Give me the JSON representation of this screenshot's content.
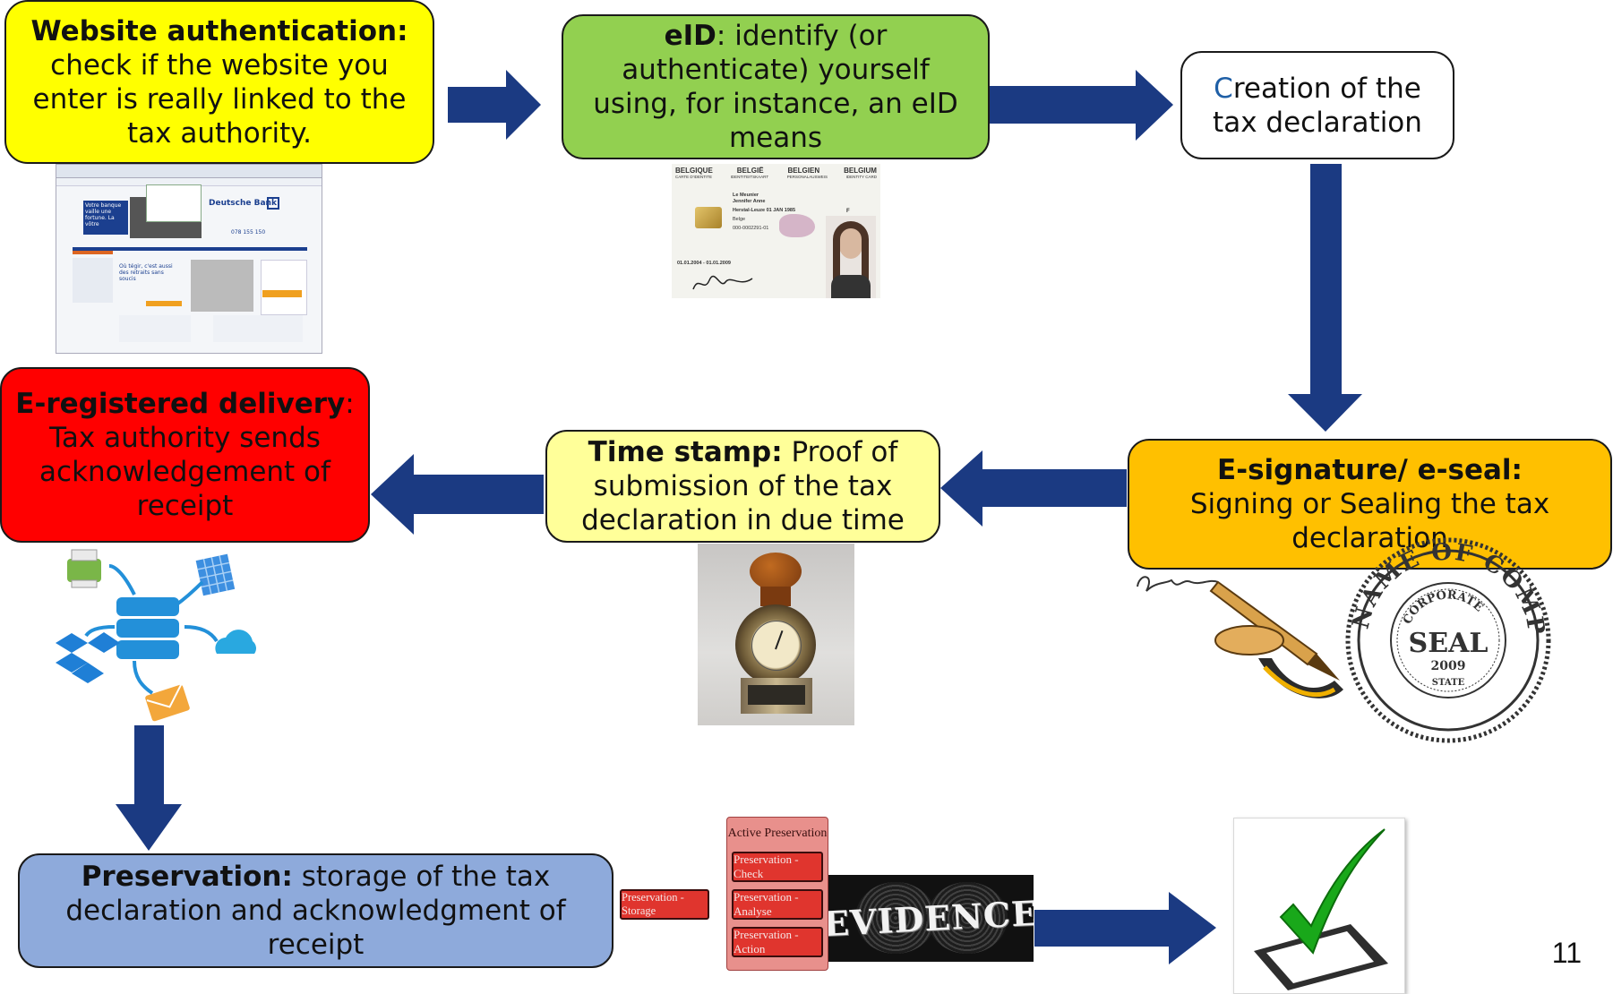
{
  "steps": {
    "website_auth": {
      "title": "Website authentication:",
      "text": " check if the website you enter is really linked to the tax authority.",
      "color": "#ffff00"
    },
    "eid": {
      "title": "eID",
      "text": ": identify (or authenticate) yourself using, for instance, an eID means",
      "color": "#92d050"
    },
    "creation": {
      "first_letter": "C",
      "text": "reation of the tax declaration",
      "color": "#ffffff",
      "accent": "#1f5fa6"
    },
    "esignature": {
      "title": "E-signature/ e-seal:",
      "text": "Signing or Sealing the tax declaration",
      "color": "#ffc000"
    },
    "timestamp": {
      "title": "Time stamp:",
      "text": " Proof of submission of the tax declaration in due time",
      "color": "#ffff99"
    },
    "eregistered": {
      "title": "E-registered delivery",
      "text": ": Tax authority sends acknowledgement of receipt",
      "color": "#ff0000"
    },
    "preservation": {
      "title": "Preservation:",
      "text": " storage of the tax declaration and acknowledgment of receipt",
      "color": "#8eaadb"
    }
  },
  "bank_screenshot": {
    "brand": "Deutsche Bank",
    "headline": "Votre banque vaille une fortune. La vôtre",
    "phone": "078 155 150",
    "promo": "Où tégir, c'est aussi des retraits sans soucis"
  },
  "id_card": {
    "countries": [
      "BELGIQUE",
      "BELGIË",
      "BELGIEN",
      "BELGIUM"
    ],
    "subtitles": [
      "CARTE D'IDENTITE",
      "IDENTITEITSKAART",
      "PERSONALAUSWEIS",
      "IDENTITY CARD"
    ],
    "name": "Le Meunier",
    "given_name": "Jennifer Anne",
    "birth": "Herstal-Leuze 01 JAN 1985",
    "nationality": "Belge",
    "card_no": "000-0002291-01",
    "validity": "01.01.2004 - 01.01.2009",
    "sex": "F"
  },
  "seal": {
    "ring_text": "NAME OF COMPANY",
    "inner_top": "CORPORATE",
    "main": "SEAL",
    "year": "2009",
    "bottom": "STATE"
  },
  "preservation_chain": {
    "storage": "Preservation - Storage",
    "active_title": "Active Preservation",
    "items": [
      "Preservation - Check",
      "Preservation - Analyse",
      "Preservation - Action"
    ],
    "evidence": "EVIDENCE"
  },
  "page_number": "11",
  "colors": {
    "arrow": "#1b3a82",
    "check": "#19a81a"
  }
}
